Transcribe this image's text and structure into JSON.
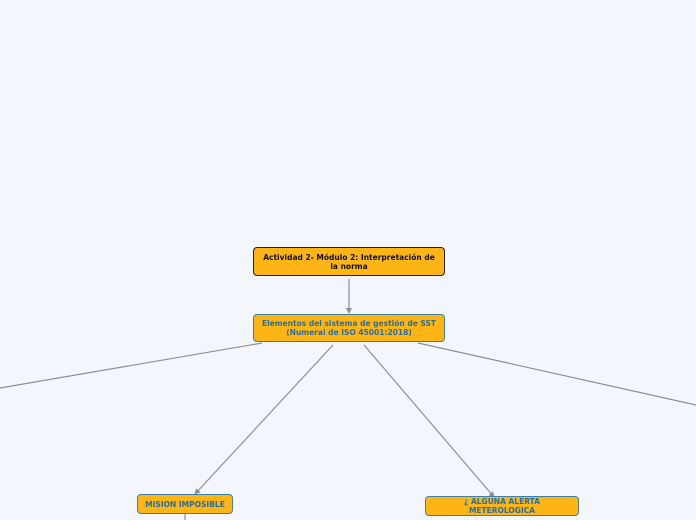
{
  "mindmap": {
    "root": {
      "label": "Actividad 2- Módulo 2: Interpretación de la norma"
    },
    "main_topic": {
      "label": "Elementos del sistema de gestión de SST (Numeral de ISO 45001:2018)"
    },
    "subtopics": [
      {
        "label": "MISION IMPOSIBLE"
      },
      {
        "label": "¿ ALGUNA ALERTA METEROLOGICA"
      }
    ]
  },
  "colors": {
    "canvas_background": "#f3f6fd",
    "node_fill": "#fdb515",
    "root_text": "#111111",
    "topic_text": "#2a6d9c",
    "connector": "#8a8f99"
  }
}
